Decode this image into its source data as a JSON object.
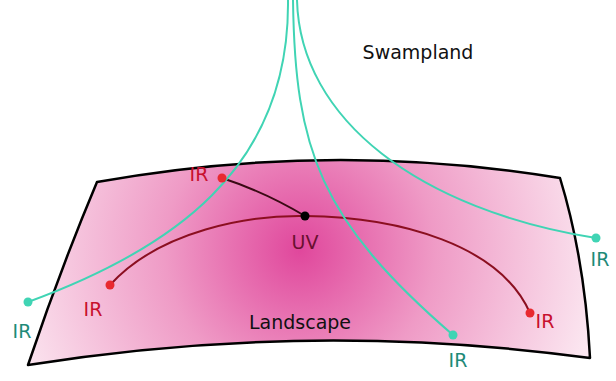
{
  "diagram": {
    "labels": [
      "Swampland",
      "IR",
      "UV",
      "IR",
      "IR",
      "IR",
      "Landscape",
      "IR",
      "IR"
    ]
  }
}
